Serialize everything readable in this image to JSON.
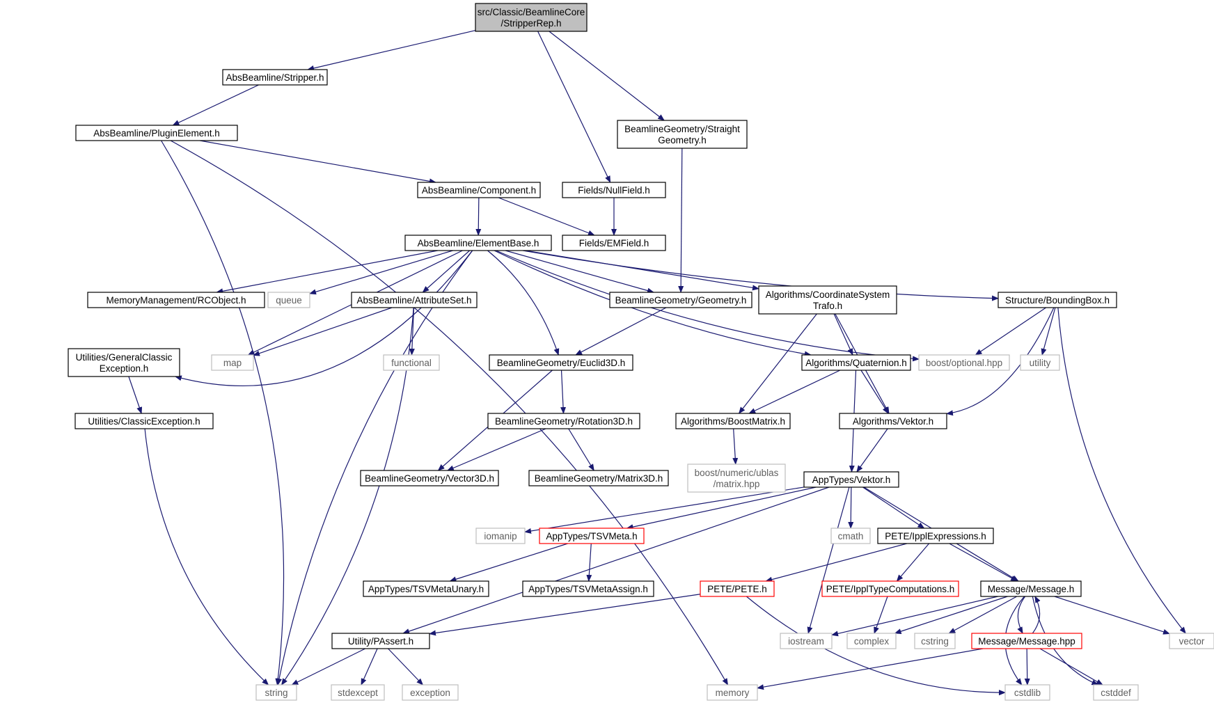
{
  "colors": {
    "edge": "#191970",
    "node_border": "#000000",
    "external_border": "#bfbfbf",
    "truncated_border": "#ff0000",
    "root_fill": "#bfbfbf"
  },
  "nodes": [
    {
      "id": "root",
      "lines": [
        "src/Classic/BeamlineCore",
        "/StripperRep.h"
      ],
      "kind": "root"
    },
    {
      "id": "stripper",
      "lines": [
        "AbsBeamline/Stripper.h"
      ],
      "kind": "normal"
    },
    {
      "id": "straightgeom",
      "lines": [
        "BeamlineGeometry/Straight",
        "Geometry.h"
      ],
      "kind": "normal"
    },
    {
      "id": "pluginelement",
      "lines": [
        "AbsBeamline/PluginElement.h"
      ],
      "kind": "normal"
    },
    {
      "id": "component",
      "lines": [
        "AbsBeamline/Component.h"
      ],
      "kind": "normal"
    },
    {
      "id": "nullfield",
      "lines": [
        "Fields/NullField.h"
      ],
      "kind": "normal"
    },
    {
      "id": "elementbase",
      "lines": [
        "AbsBeamline/ElementBase.h"
      ],
      "kind": "normal"
    },
    {
      "id": "emfield",
      "lines": [
        "Fields/EMField.h"
      ],
      "kind": "normal"
    },
    {
      "id": "rcobject",
      "lines": [
        "MemoryManagement/RCObject.h"
      ],
      "kind": "normal"
    },
    {
      "id": "queue",
      "lines": [
        "queue"
      ],
      "kind": "external"
    },
    {
      "id": "attributeset",
      "lines": [
        "AbsBeamline/AttributeSet.h"
      ],
      "kind": "normal"
    },
    {
      "id": "geometry",
      "lines": [
        "BeamlineGeometry/Geometry.h"
      ],
      "kind": "normal"
    },
    {
      "id": "coordtrafo",
      "lines": [
        "Algorithms/CoordinateSystem",
        "Trafo.h"
      ],
      "kind": "normal"
    },
    {
      "id": "boundingbox",
      "lines": [
        "Structure/BoundingBox.h"
      ],
      "kind": "normal"
    },
    {
      "id": "genclassicexc",
      "lines": [
        "Utilities/GeneralClassic",
        "Exception.h"
      ],
      "kind": "normal"
    },
    {
      "id": "map",
      "lines": [
        "map"
      ],
      "kind": "external"
    },
    {
      "id": "functional",
      "lines": [
        "functional"
      ],
      "kind": "external"
    },
    {
      "id": "euclid3d",
      "lines": [
        "BeamlineGeometry/Euclid3D.h"
      ],
      "kind": "normal"
    },
    {
      "id": "quaternion",
      "lines": [
        "Algorithms/Quaternion.h"
      ],
      "kind": "normal"
    },
    {
      "id": "boostoptional",
      "lines": [
        "boost/optional.hpp"
      ],
      "kind": "external"
    },
    {
      "id": "utility",
      "lines": [
        "utility"
      ],
      "kind": "external"
    },
    {
      "id": "classicexc",
      "lines": [
        "Utilities/ClassicException.h"
      ],
      "kind": "normal"
    },
    {
      "id": "rotation3d",
      "lines": [
        "BeamlineGeometry/Rotation3D.h"
      ],
      "kind": "normal"
    },
    {
      "id": "boostmatrix",
      "lines": [
        "Algorithms/BoostMatrix.h"
      ],
      "kind": "normal"
    },
    {
      "id": "algvektor",
      "lines": [
        "Algorithms/Vektor.h"
      ],
      "kind": "normal"
    },
    {
      "id": "vector3d",
      "lines": [
        "BeamlineGeometry/Vector3D.h"
      ],
      "kind": "normal"
    },
    {
      "id": "matrix3d",
      "lines": [
        "BeamlineGeometry/Matrix3D.h"
      ],
      "kind": "normal"
    },
    {
      "id": "ublasmatrix",
      "lines": [
        "boost/numeric/ublas",
        "/matrix.hpp"
      ],
      "kind": "external"
    },
    {
      "id": "appvektor",
      "lines": [
        "AppTypes/Vektor.h"
      ],
      "kind": "normal"
    },
    {
      "id": "iomanip",
      "lines": [
        "iomanip"
      ],
      "kind": "external"
    },
    {
      "id": "tsvmeta",
      "lines": [
        "AppTypes/TSVMeta.h"
      ],
      "kind": "truncated"
    },
    {
      "id": "cmath",
      "lines": [
        "cmath"
      ],
      "kind": "external"
    },
    {
      "id": "ipplexpr",
      "lines": [
        "PETE/IpplExpressions.h"
      ],
      "kind": "normal"
    },
    {
      "id": "tsvunary",
      "lines": [
        "AppTypes/TSVMetaUnary.h"
      ],
      "kind": "normal"
    },
    {
      "id": "tsvassign",
      "lines": [
        "AppTypes/TSVMetaAssign.h"
      ],
      "kind": "normal"
    },
    {
      "id": "pete",
      "lines": [
        "PETE/PETE.h"
      ],
      "kind": "truncated"
    },
    {
      "id": "ippltypecomp",
      "lines": [
        "PETE/IpplTypeComputations.h"
      ],
      "kind": "truncated"
    },
    {
      "id": "messageh",
      "lines": [
        "Message/Message.h"
      ],
      "kind": "normal"
    },
    {
      "id": "passert",
      "lines": [
        "Utility/PAssert.h"
      ],
      "kind": "normal"
    },
    {
      "id": "iostream",
      "lines": [
        "iostream"
      ],
      "kind": "external"
    },
    {
      "id": "complex",
      "lines": [
        "complex"
      ],
      "kind": "external"
    },
    {
      "id": "cstring",
      "lines": [
        "cstring"
      ],
      "kind": "external"
    },
    {
      "id": "messagehpp",
      "lines": [
        "Message/Message.hpp"
      ],
      "kind": "truncated"
    },
    {
      "id": "vector",
      "lines": [
        "vector"
      ],
      "kind": "external"
    },
    {
      "id": "string",
      "lines": [
        "string"
      ],
      "kind": "external"
    },
    {
      "id": "stdexcept",
      "lines": [
        "stdexcept"
      ],
      "kind": "external"
    },
    {
      "id": "exception",
      "lines": [
        "exception"
      ],
      "kind": "external"
    },
    {
      "id": "memory",
      "lines": [
        "memory"
      ],
      "kind": "external"
    },
    {
      "id": "cstdlib",
      "lines": [
        "cstdlib"
      ],
      "kind": "external"
    },
    {
      "id": "cstddef",
      "lines": [
        "cstddef"
      ],
      "kind": "external"
    }
  ],
  "edges": [
    [
      "root",
      "stripper"
    ],
    [
      "root",
      "straightgeom"
    ],
    [
      "root",
      "nullfield"
    ],
    [
      "stripper",
      "pluginelement"
    ],
    [
      "pluginelement",
      "component"
    ],
    [
      "pluginelement",
      "string"
    ],
    [
      "pluginelement",
      "memory"
    ],
    [
      "component",
      "elementbase"
    ],
    [
      "component",
      "emfield"
    ],
    [
      "nullfield",
      "emfield"
    ],
    [
      "straightgeom",
      "geometry"
    ],
    [
      "elementbase",
      "rcobject"
    ],
    [
      "elementbase",
      "queue"
    ],
    [
      "elementbase",
      "map"
    ],
    [
      "elementbase",
      "attributeset"
    ],
    [
      "elementbase",
      "geometry"
    ],
    [
      "elementbase",
      "coordtrafo"
    ],
    [
      "elementbase",
      "boundingbox"
    ],
    [
      "elementbase",
      "genclassicexc"
    ],
    [
      "elementbase",
      "euclid3d"
    ],
    [
      "elementbase",
      "quaternion"
    ],
    [
      "elementbase",
      "boostoptional"
    ],
    [
      "elementbase",
      "string"
    ],
    [
      "attributeset",
      "map"
    ],
    [
      "attributeset",
      "functional"
    ],
    [
      "attributeset",
      "string"
    ],
    [
      "geometry",
      "euclid3d"
    ],
    [
      "coordtrafo",
      "quaternion"
    ],
    [
      "coordtrafo",
      "boostmatrix"
    ],
    [
      "coordtrafo",
      "algvektor"
    ],
    [
      "boundingbox",
      "boostoptional"
    ],
    [
      "boundingbox",
      "utility"
    ],
    [
      "boundingbox",
      "algvektor"
    ],
    [
      "boundingbox",
      "vector"
    ],
    [
      "genclassicexc",
      "classicexc"
    ],
    [
      "classicexc",
      "string"
    ],
    [
      "euclid3d",
      "rotation3d"
    ],
    [
      "euclid3d",
      "vector3d"
    ],
    [
      "rotation3d",
      "vector3d"
    ],
    [
      "rotation3d",
      "matrix3d"
    ],
    [
      "quaternion",
      "boostmatrix"
    ],
    [
      "quaternion",
      "algvektor"
    ],
    [
      "quaternion",
      "appvektor"
    ],
    [
      "boostmatrix",
      "ublasmatrix"
    ],
    [
      "algvektor",
      "appvektor"
    ],
    [
      "appvektor",
      "iomanip"
    ],
    [
      "appvektor",
      "tsvmeta"
    ],
    [
      "appvektor",
      "cmath"
    ],
    [
      "appvektor",
      "ipplexpr"
    ],
    [
      "appvektor",
      "messageh"
    ],
    [
      "appvektor",
      "passert"
    ],
    [
      "appvektor",
      "iostream"
    ],
    [
      "tsvmeta",
      "tsvunary"
    ],
    [
      "tsvmeta",
      "tsvassign"
    ],
    [
      "ipplexpr",
      "pete"
    ],
    [
      "ipplexpr",
      "ippltypecomp"
    ],
    [
      "ipplexpr",
      "messageh"
    ],
    [
      "pete",
      "passert"
    ],
    [
      "pete",
      "cstdlib"
    ],
    [
      "ippltypecomp",
      "complex"
    ],
    [
      "passert",
      "string"
    ],
    [
      "passert",
      "stdexcept"
    ],
    [
      "passert",
      "exception"
    ],
    [
      "messageh",
      "iostream"
    ],
    [
      "messageh",
      "complex"
    ],
    [
      "messageh",
      "cstring"
    ],
    [
      "messageh",
      "messagehpp"
    ],
    [
      "messageh",
      "vector"
    ],
    [
      "messageh",
      "cstdlib"
    ],
    [
      "messageh",
      "cstddef"
    ],
    [
      "messagehpp",
      "messageh"
    ],
    [
      "messagehpp",
      "memory"
    ],
    [
      "messagehpp",
      "cstdlib"
    ],
    [
      "messagehpp",
      "cstddef"
    ]
  ]
}
